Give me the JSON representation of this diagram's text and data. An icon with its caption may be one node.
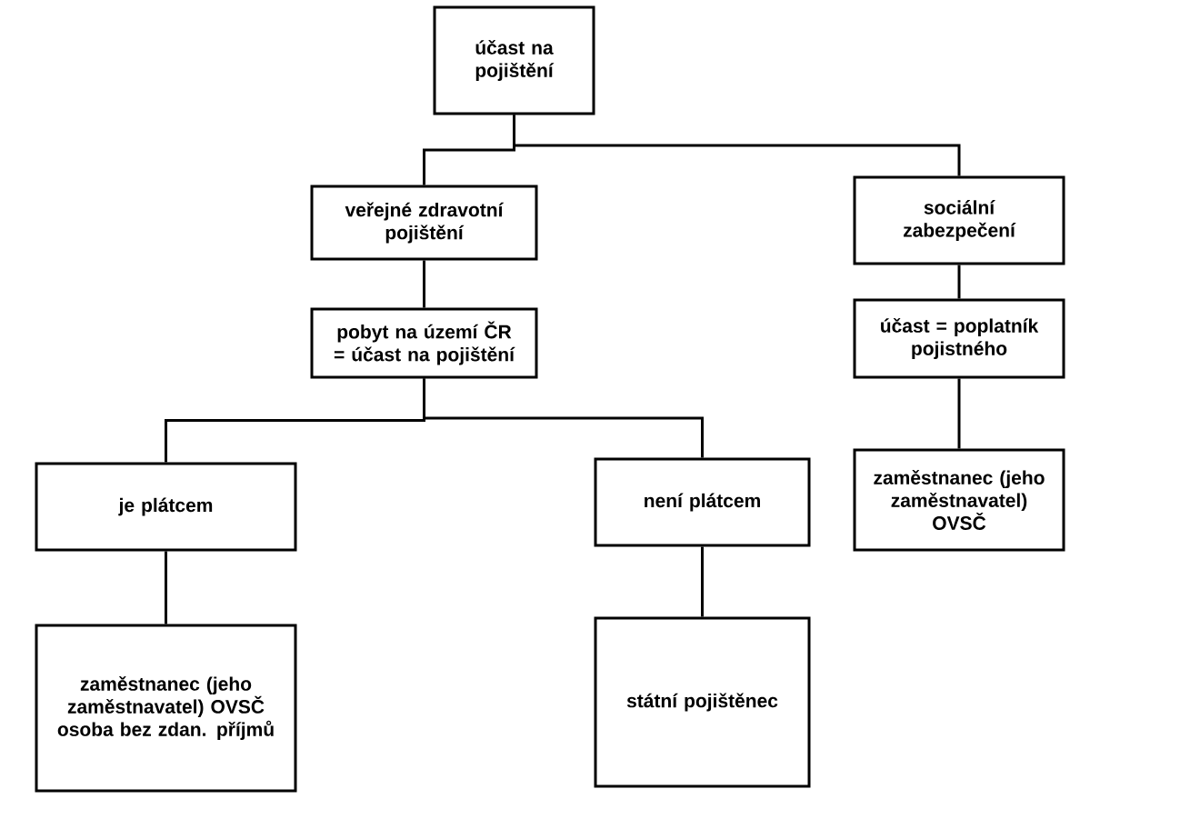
{
  "diagram": {
    "nodes": [
      {
        "text": [
          "účast na pojištění"
        ]
      },
      {
        "text": [
          "veřejné zdravotní pojištění"
        ]
      },
      {
        "text": [
          "sociální zabezpečení"
        ]
      },
      {
        "text": [
          "pobyt na území ČR = účast na pojištění"
        ]
      },
      {
        "text": [
          "účast = poplatník pojistného"
        ]
      },
      {
        "text": [
          "je plátcem"
        ]
      },
      {
        "text": [
          "není plátcem"
        ]
      },
      {
        "text": [
          "zaměstnanec (jeho zaměstnavatel) OVSČ"
        ]
      },
      {
        "text": [
          "zaměstnanec (jeho zaměstnavatel) OVSČ osoba bez zdan. příjmů"
        ]
      },
      {
        "text": [
          "státní pojištěnec"
        ]
      }
    ],
    "edges": [
      {
        "from": 0,
        "to": 1,
        "arrow": "none"
      },
      {
        "from": 0,
        "to": 2,
        "arrow": "none"
      },
      {
        "from": 1,
        "to": 3,
        "arrow": "none"
      },
      {
        "from": 2,
        "to": 4,
        "arrow": "none"
      },
      {
        "from": 3,
        "to": 5,
        "arrow": "none"
      },
      {
        "from": 3,
        "to": 6,
        "arrow": "none"
      },
      {
        "from": 4,
        "to": 7,
        "arrow": "none"
      },
      {
        "from": 5,
        "to": 8,
        "arrow": "none"
      },
      {
        "from": 6,
        "to": 9,
        "arrow": "none"
      }
    ]
  }
}
